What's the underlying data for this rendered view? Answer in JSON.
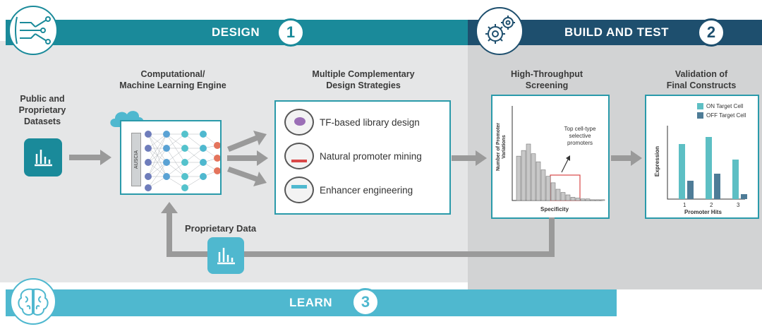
{
  "design": {
    "label": "DESIGN",
    "number": "1"
  },
  "build": {
    "label": "BUILD AND TEST",
    "number": "2"
  },
  "learn": {
    "label": "LEARN",
    "number": "3"
  },
  "datasets": {
    "title": "Public and\nProprietary\nDatasets"
  },
  "engine": {
    "title": "Computational/\nMachine Learning Engine",
    "vertical_label": "AUSCIA"
  },
  "strategies": {
    "title": "Multiple Complementary\nDesign Strategies",
    "items": [
      "TF-based library design",
      "Natural promoter mining",
      "Enhancer engineering"
    ]
  },
  "screening": {
    "title": "High-Throughput\nScreening",
    "ylabel": "Number of Promoter\nVariations",
    "xlabel": "Specificity",
    "annotation": "Top cell-type\nselective\npromoters",
    "bars": [
      55,
      62,
      70,
      58,
      48,
      38,
      30,
      22,
      14,
      10,
      7,
      4,
      3,
      2,
      2,
      1,
      1,
      1
    ]
  },
  "validation": {
    "title": "Validation of\nFinal Constructs",
    "legend": [
      "ON Target Cell",
      "OFF Target Cell"
    ],
    "xlabel": "Promoter Hits",
    "ylabel": "Expression",
    "categories": [
      "1",
      "2",
      "3"
    ],
    "on": [
      0.78,
      0.88,
      0.56
    ],
    "off": [
      0.26,
      0.36,
      0.07
    ],
    "colors": {
      "on": "#5dbfc4",
      "off": "#4e7c97"
    }
  },
  "proprietary": {
    "label": "Proprietary Data"
  },
  "colors": {
    "design": "#1a8a9a",
    "build": "#1e4f6e",
    "learn": "#4fb8cf"
  }
}
